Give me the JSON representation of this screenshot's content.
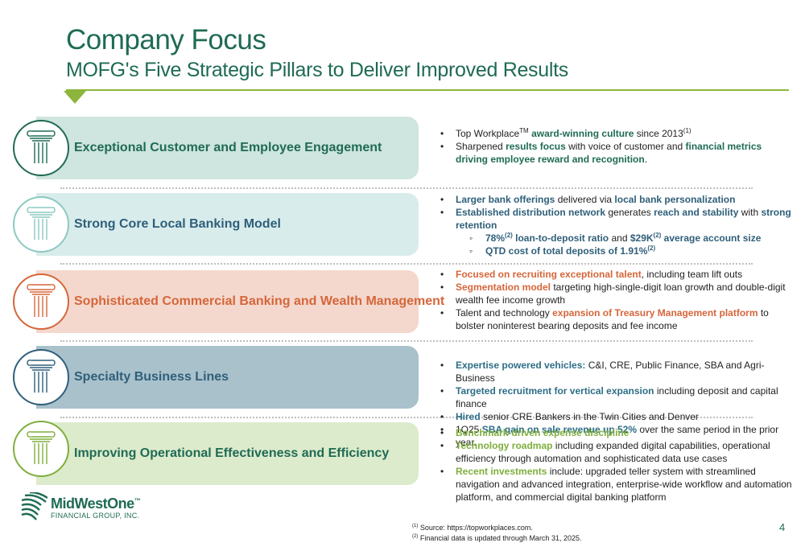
{
  "title": "Company Focus",
  "subtitle": "MOFG's Five Strategic Pillars to Deliver Improved Results",
  "colors": {
    "dark_green": "#1f6b55",
    "lime": "#8db53b",
    "orange": "#d5663a",
    "slate": "#2f5f7a"
  },
  "pillars": [
    {
      "label": "Exceptional Customer and Employee Engagement",
      "icon": "pillar-column-icon"
    },
    {
      "label": "Strong Core Local Banking Model",
      "icon": "pillar-column-icon"
    },
    {
      "label": "Sophisticated Commercial Banking and Wealth Management",
      "icon": "pillar-column-icon"
    },
    {
      "label": "Specialty Business Lines",
      "icon": "pillar-column-icon"
    },
    {
      "label": "Improving Operational Effectiveness and Efficiency",
      "icon": "pillar-column-icon"
    }
  ],
  "bullets": {
    "p1": {
      "b1_a": "Top Workplace",
      "b1_tm": "TM",
      "b1_b": "award-winning culture",
      "b1_c": " since 2013",
      "b1_sup": "(1)",
      "b2_a": "Sharpened ",
      "b2_b": "results focus",
      "b2_c": " with voice of customer and ",
      "b2_d": "financial metrics driving employee reward and recognition",
      "b2_e": "."
    },
    "p2": {
      "b1_a": "Larger bank offerings",
      "b1_b": " delivered via ",
      "b1_c": "local bank personalization",
      "b2_a": "Established distribution network",
      "b2_b": " generates ",
      "b2_c": "reach and stability",
      "b2_d": " with ",
      "b2_e": "strong retention",
      "s1_a": "78%",
      "s1_sup": "(2)",
      "s1_b": " loan-to-deposit ratio",
      "s1_c": " and ",
      "s1_d": "$29K",
      "s1_sup2": "(2)",
      "s1_e": " average account size",
      "s2_a": "QTD cost of total deposits of 1.91%",
      "s2_sup": "(2)"
    },
    "p3": {
      "b1_a": "Focused on recruiting exceptional talent",
      "b1_b": ", including team lift outs",
      "b2_a": "Segmentation model",
      "b2_b": " targeting high-single-digit loan growth and double-digit wealth fee income growth",
      "b3_a": "Talent and technology ",
      "b3_b": "expansion of Treasury Management platform",
      "b3_c": " to bolster noninterest bearing deposits and fee income"
    },
    "p4": {
      "b1_a": "Expertise powered vehicles:",
      "b1_b": " C&I, CRE, Public Finance, SBA and Agri-Business",
      "b2_a": "Targeted recruitment for vertical expansion",
      "b2_b": " including deposit and capital finance",
      "b3_a": "Hired",
      "b3_b": " senior CRE Bankers in the Twin Cities and Denver",
      "b4_a": "1Q25 ",
      "b4_b": "SBA gain on sale revenue up 52%",
      "b4_c": " over the same period in the prior year."
    },
    "p5": {
      "b1_a": "Benchmark-driven expense discipline",
      "b2_a": "Technology roadmap",
      "b2_b": " including expanded digital capabilities, operational efficiency through automation and sophisticated data use cases",
      "b3_a": "Recent investments",
      "b3_b": " include: upgraded teller system with streamlined navigation and advanced integration, enterprise-wide workflow and automation platform, and commercial digital banking platform"
    }
  },
  "logo": {
    "name": "MidWestOne",
    "tm": "™",
    "sub": "FINANCIAL GROUP, INC."
  },
  "footnotes": [
    {
      "sup": "(1)",
      "text": " Source: https://topworkplaces.com."
    },
    {
      "sup": "(2)",
      "text": " Financial data is updated through March 31, 2025."
    }
  ],
  "page_number": "4"
}
